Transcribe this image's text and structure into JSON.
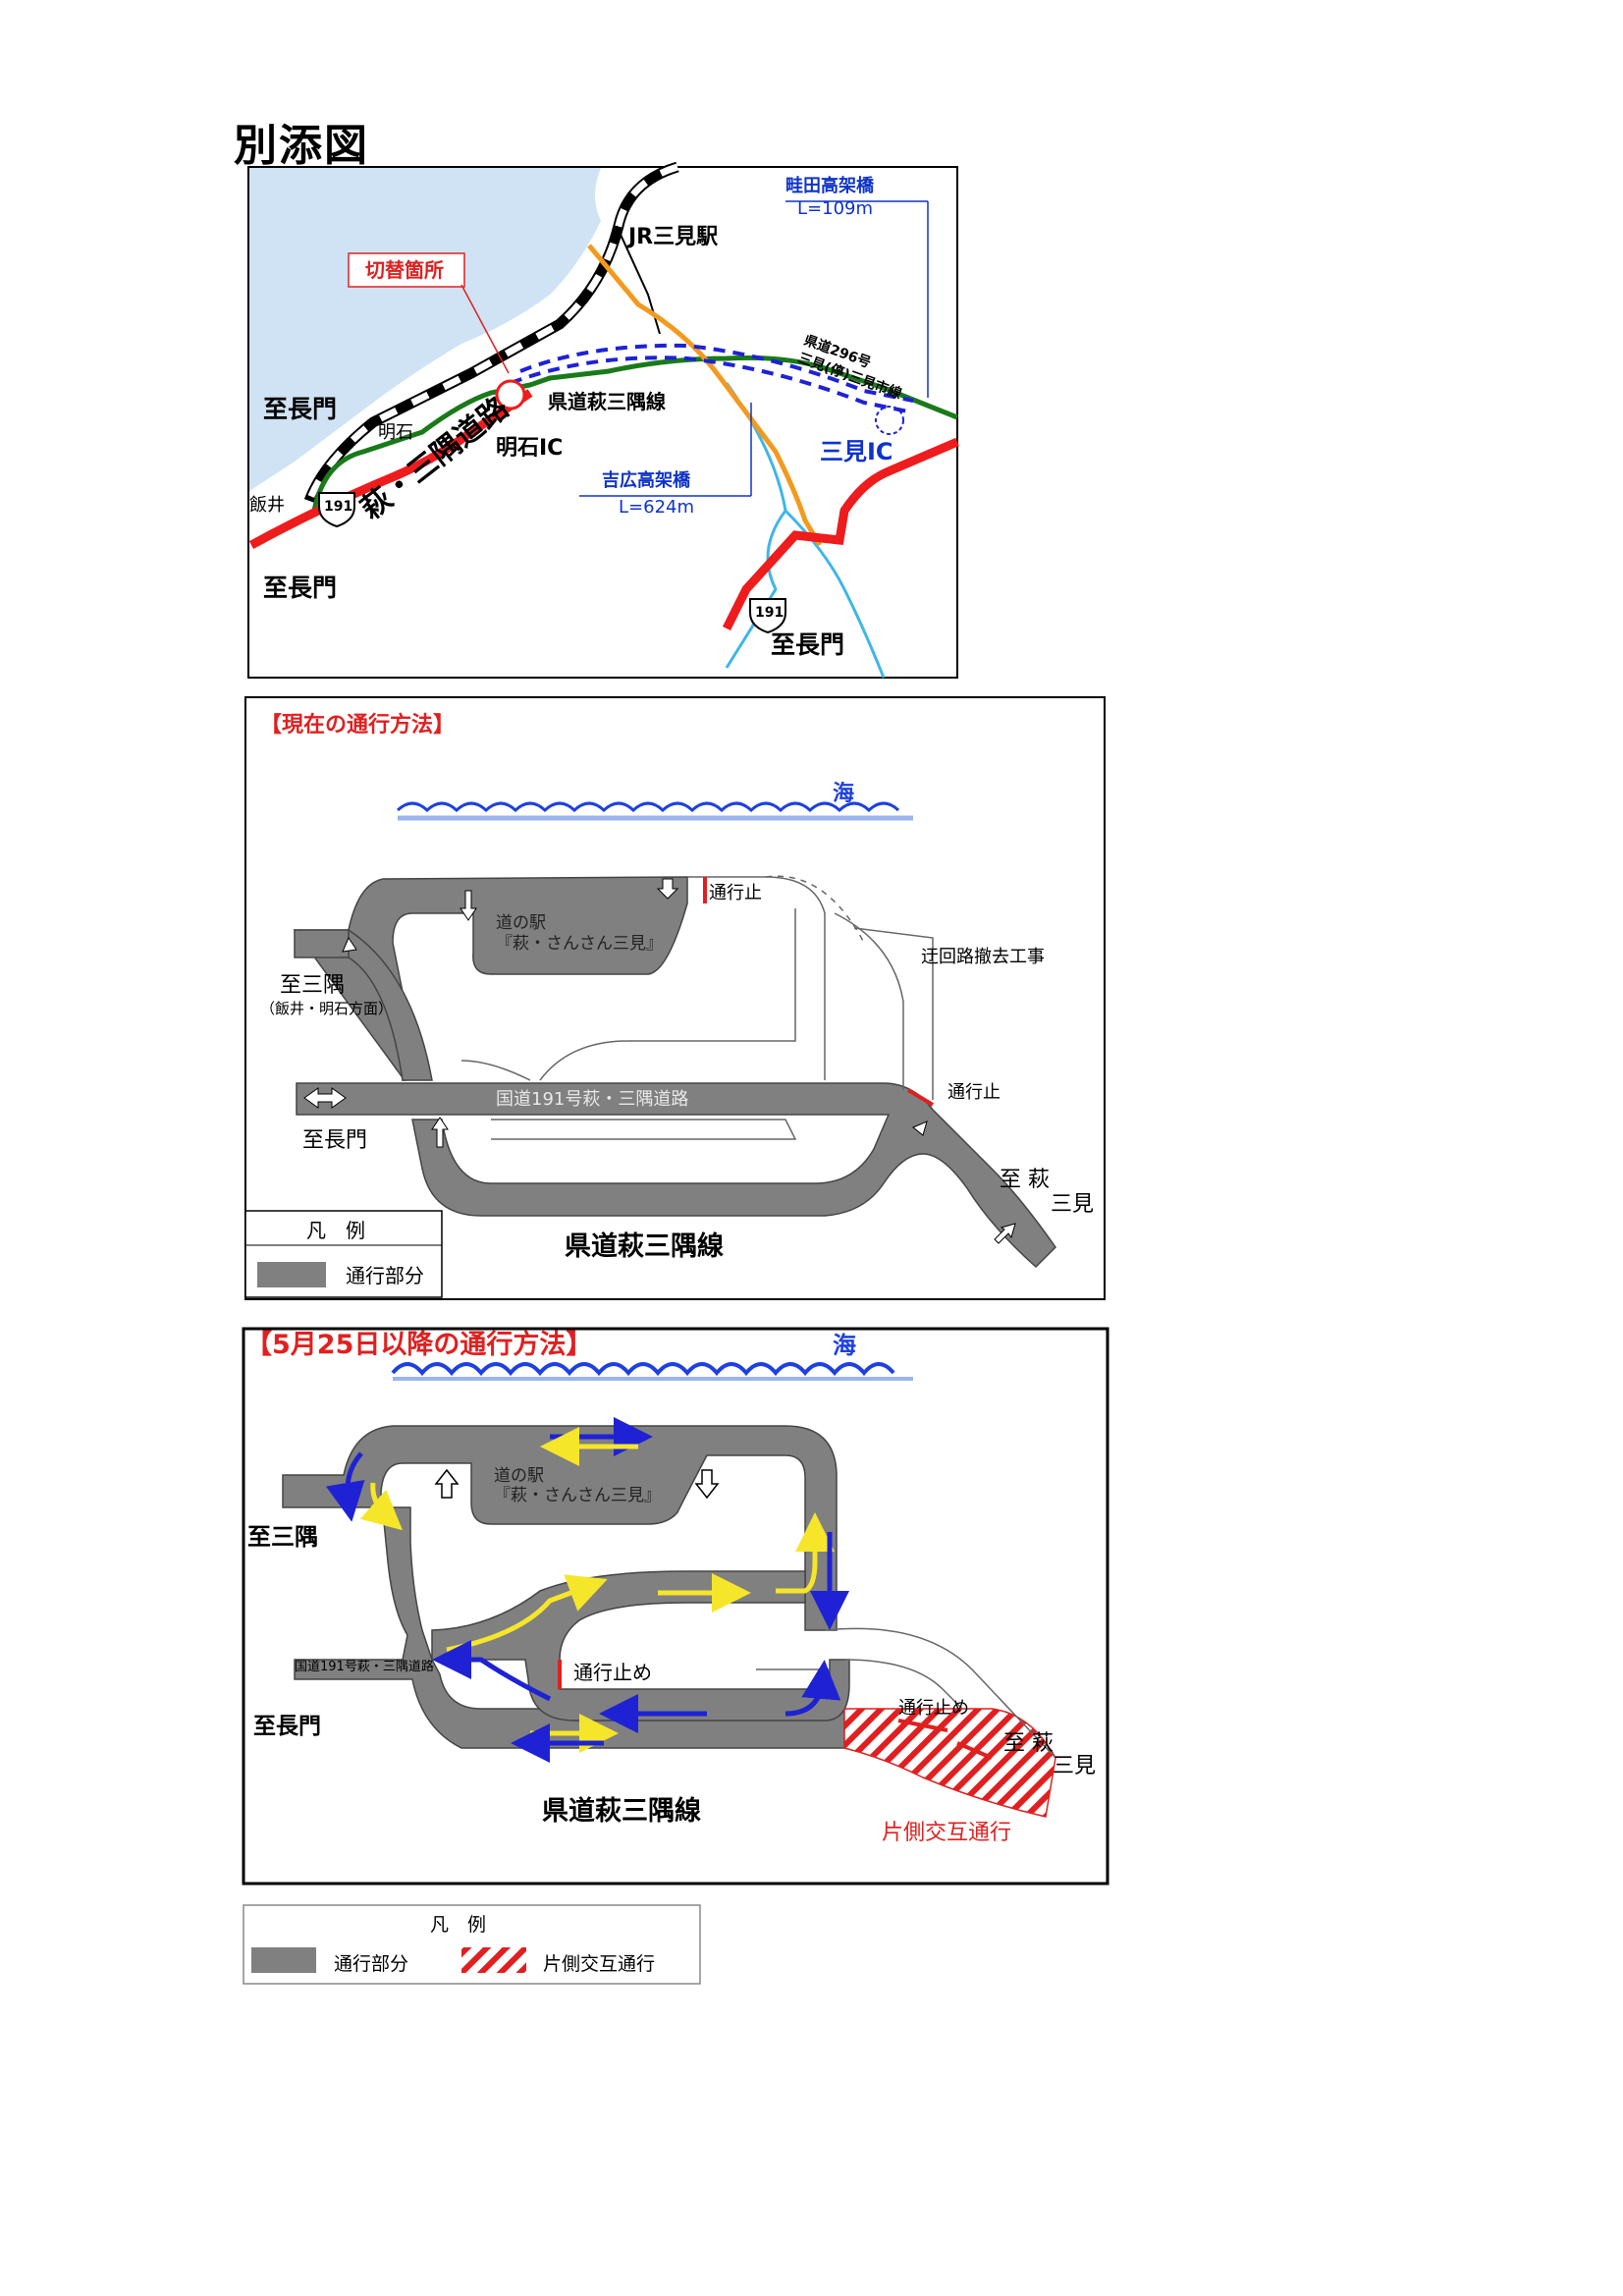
{
  "page": {
    "title": "別添図"
  },
  "map": {
    "labels": {
      "jr_station": "JR三見駅",
      "switch_point": "切替箇所",
      "to_nagato_1": "至長門",
      "to_nagato_2": "至長門",
      "to_nagato_3": "至長門",
      "akashi": "明石",
      "akashi_ic": "明石IC",
      "iii": "飯井",
      "highway": "萩・三隅道路",
      "route_191_a": "191",
      "route_191_b": "191",
      "prefectural_road": "県道萩三隅線",
      "prefectural_296_1": "県道296号",
      "prefectural_296_2": "三見(停)三見市線",
      "sanmi_ic": "三見IC",
      "azeta_bridge": "畦田高架橋",
      "azeta_length": "L=109m",
      "yoshihiro_bridge": "吉広高架橋",
      "yoshihiro_length": "L=624m"
    },
    "colors": {
      "sea": "#cfe3f5",
      "highway": "#ee1c1c",
      "green_road": "#1a7a1a",
      "orange_road": "#f39a1e",
      "river": "#3fb6e6",
      "blue_label": "#0f33c8",
      "red_label": "#e02020"
    }
  },
  "current": {
    "heading": "【現在の通行方法】",
    "sea": "海",
    "closed_1": "通行止",
    "closed_2": "通行止",
    "michi_no_eki_1": "道の駅",
    "michi_no_eki_2": "『萩・さんさん三見』",
    "detour_removal": "迂回路撤去工事",
    "to_sumi": "至三隅",
    "to_sumi_sub": "（飯井・明石方面）",
    "national_road": "国道191号萩・三隅道路",
    "to_nagato": "至長門",
    "to_hagi_1": "至 萩",
    "to_hagi_2": "三見",
    "prefectural_road": "県道萩三隅線",
    "legend_title": "凡　例",
    "legend_passable": "通行部分"
  },
  "after": {
    "heading": "【5月25日以降の通行方法】",
    "sea": "海",
    "michi_no_eki_1": "道の駅",
    "michi_no_eki_2": "『萩・さんさん三見』",
    "to_sumi": "至三隅",
    "national_road": "国道191号萩・三隅道路",
    "closed_1": "通行止め",
    "closed_2": "通行止め",
    "to_nagato": "至長門",
    "to_hagi_1": "至 萩",
    "to_hagi_2": "三見",
    "prefectural_road": "県道萩三隅線",
    "alternating": "片側交互通行"
  },
  "legend": {
    "title": "凡　例",
    "passable": "通行部分",
    "alternating": "片側交互通行"
  }
}
